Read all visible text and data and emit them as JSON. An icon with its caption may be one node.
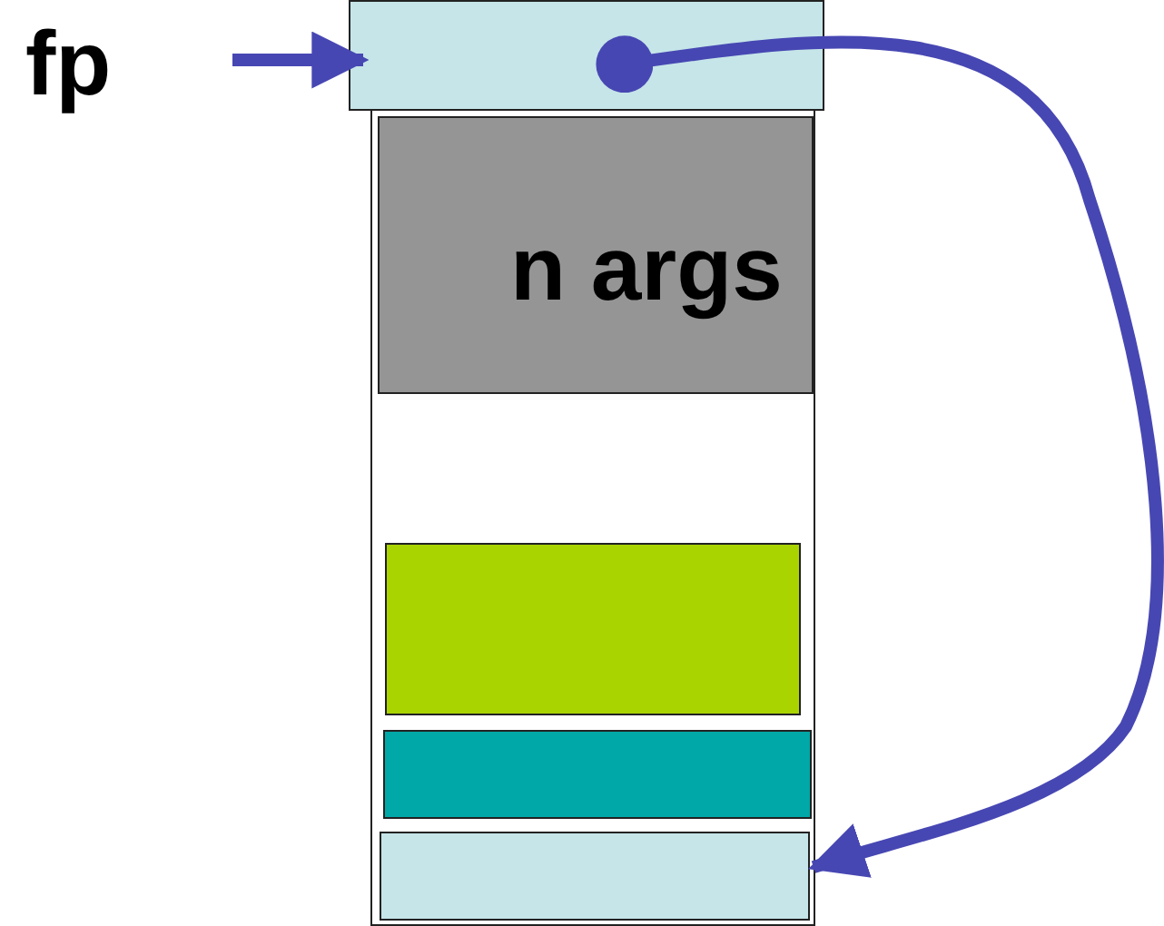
{
  "diagram": {
    "nodes": [
      {
        "text": [
          "fp"
        ]
      },
      {
        "text": [],
        "shape": "box"
      },
      {
        "text": [],
        "shape": "box"
      },
      {
        "text": [
          "n args"
        ],
        "in": 2
      },
      {
        "text": [],
        "shape": "box",
        "in": 2
      },
      {
        "text": [],
        "shape": "box",
        "in": 2
      },
      {
        "text": [],
        "shape": "box",
        "in": 2
      }
    ],
    "edges": [
      {
        "from": 0,
        "to": 1,
        "arrow": "to"
      },
      {
        "from": 1,
        "to": 6,
        "arrow": "to"
      }
    ]
  }
}
